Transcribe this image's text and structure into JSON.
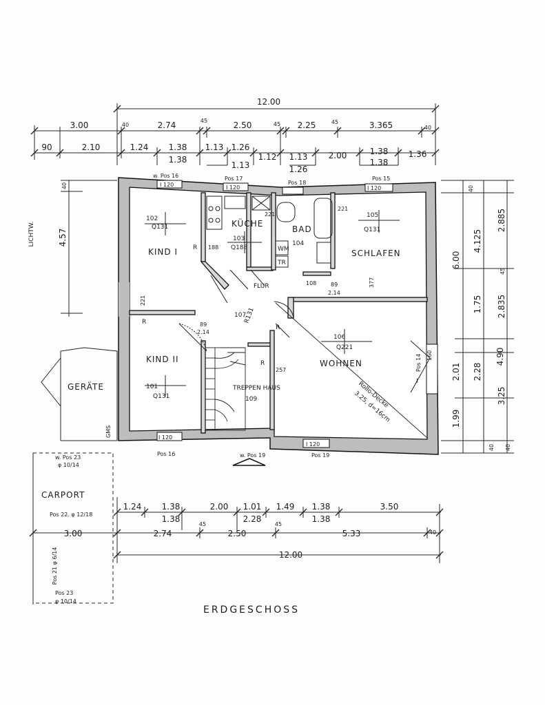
{
  "rooms": {
    "kind1": {
      "name": "KIND I",
      "code": "102",
      "area": "Q131"
    },
    "kueche": {
      "name": "KÜCHE",
      "code": "103",
      "area": "Q188"
    },
    "bad": {
      "name": "BAD",
      "code": "104",
      "wm": "WM",
      "tr": "TR"
    },
    "schlafen": {
      "name": "SCHLAFEN",
      "code": "105",
      "area": "Q131"
    },
    "kind2": {
      "name": "KIND II",
      "code": "101",
      "area": "Q131"
    },
    "flur": {
      "name": "FLUR",
      "code": "107",
      "area": "R131"
    },
    "treppenhaus": {
      "name": "TREPPEN HAUS",
      "code": "109"
    },
    "wohnen": {
      "name": "WOHNEN",
      "code": "106",
      "area": "Q221"
    },
    "geraete": {
      "name": "GERÄTE"
    },
    "carport": {
      "name": "CARPORT"
    }
  },
  "top_dims": {
    "total": "12.00",
    "row1": [
      "3.00",
      "40",
      "2.74",
      "45",
      "2.50",
      "45",
      "2.25",
      "45",
      "3.365",
      "40"
    ],
    "row2": [
      "90",
      "2.10",
      "1.24",
      "1.38",
      "1.13",
      "1.26",
      "1.12",
      "1.13",
      "2.00",
      "1.38",
      "1.36"
    ],
    "row3": [
      "1.38",
      "1.13",
      "1.26",
      "1.38"
    ]
  },
  "bottom_dims": {
    "row1": [
      "1.24",
      "1.38",
      "2.00",
      "1.01",
      "1.49",
      "1.38",
      "3.50"
    ],
    "row1b": [
      "1.38",
      "2.28",
      "1.38"
    ],
    "row2": [
      "3.00",
      "2.74",
      "45",
      "2.50",
      "45",
      "5.33",
      "40"
    ],
    "total": "12.00"
  },
  "right_dims": {
    "outer": [
      "40",
      "6.00",
      "4.90",
      "40"
    ],
    "inner": [
      "4.125",
      "1.75",
      "2.01",
      "1.99"
    ],
    "inner2": [
      "2.885",
      "2.835",
      "2.28",
      "3.25"
    ],
    "marks": [
      "45",
      "40"
    ]
  },
  "left_dims": [
    "4.57",
    "40"
  ],
  "labels": {
    "pos16_top": "w. Pos 16",
    "pos17": "Pos 17",
    "pos18": "Pos 18",
    "pos15": "Pos 15",
    "pos16_bottom": "Pos 16",
    "pos19_bottom": "Pos 19",
    "wpos19": "w. Pos 19",
    "pos14": "Pos 14",
    "i120": "I 120",
    "pos23_top": "w. Pos 23",
    "phi1014_top": "φ 10/14",
    "pos22": "Pos 22. φ 12/18",
    "pos21": "Pos 21 φ 6/14",
    "pos23_bottom": "Pos 23",
    "phi1014_bottom": "φ 10/14",
    "gms": "GMS",
    "rollo": "Rollo-Decke",
    "rollo2": "3.25, d=16cm",
    "lichtw": "LICHTW.",
    "d188": "188",
    "d221a": "221",
    "d221b": "221",
    "d221c": "221",
    "d377": "377",
    "d257": "257",
    "d89a": "89",
    "d214a": "2.14",
    "d89b": "89",
    "d214b": "2.14",
    "d108": "108",
    "d160": "160",
    "r": "R",
    "s1": "I",
    "footer": "ERDGESCHOSS"
  }
}
